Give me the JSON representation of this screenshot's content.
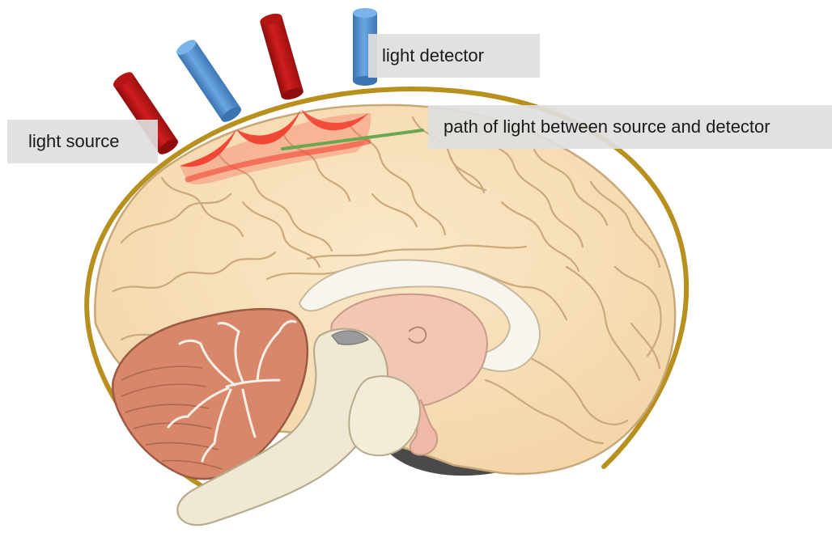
{
  "labels": {
    "light_source": "light source",
    "light_detector": "light detector",
    "light_path": "path of light between source and detector"
  },
  "colors": {
    "head_outline": "#b8901e",
    "source_probe": "#c41818",
    "detector_probe": "#4f8fd0",
    "light_path_line": "#6aa84f",
    "light_arc": "#f23a2a",
    "cortex": "#f7dfb9",
    "cerebellum": "#d9876a",
    "brainstem": "#efe8d2",
    "corpus_callosum": "#f8f5ee",
    "label_background": "#dedede"
  }
}
